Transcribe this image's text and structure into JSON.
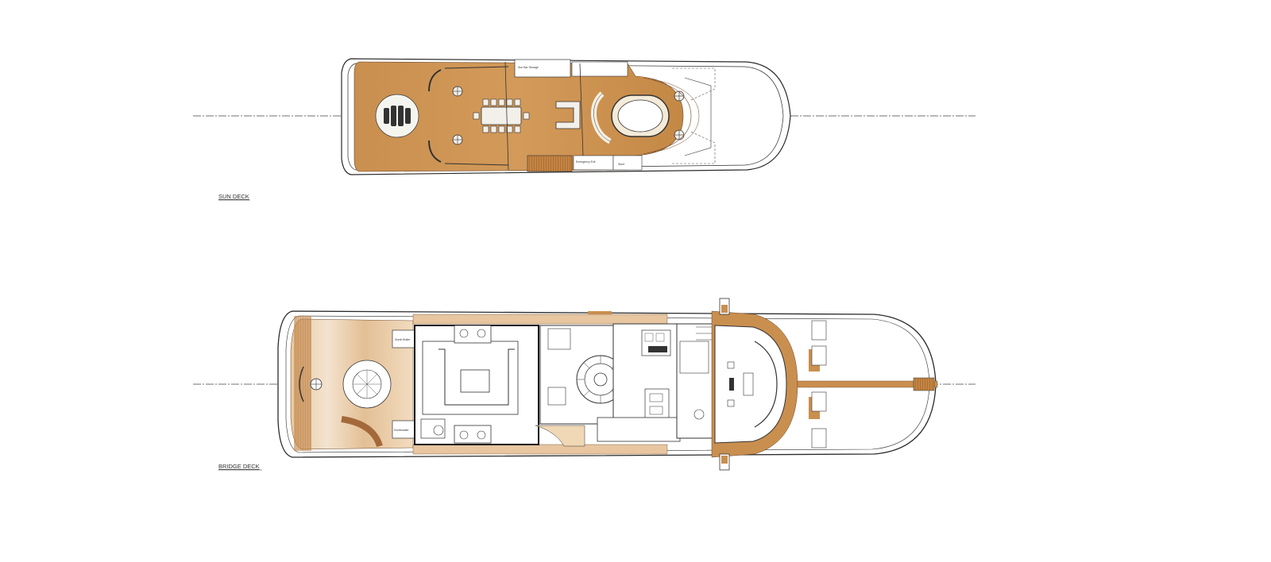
{
  "decks": [
    {
      "id": "sun",
      "label": "SUN DECK"
    },
    {
      "id": "bridge",
      "label": "BRIDGE DECK"
    }
  ],
  "room_labels": {
    "sun_bar_store": "Sun Bar Storage",
    "sun_emergency": "Emergency Exit",
    "sun_store": "Store",
    "bridge_dumbwaiter": "Dumb Butler",
    "bridge_dumbwaiter2": "Dumbwaiter"
  },
  "colors": {
    "teak": "#c98f4f",
    "teak_dark": "#b07236",
    "teak_light": "#e0b785",
    "line": "#2b2b2b",
    "bg": "#ffffff"
  }
}
